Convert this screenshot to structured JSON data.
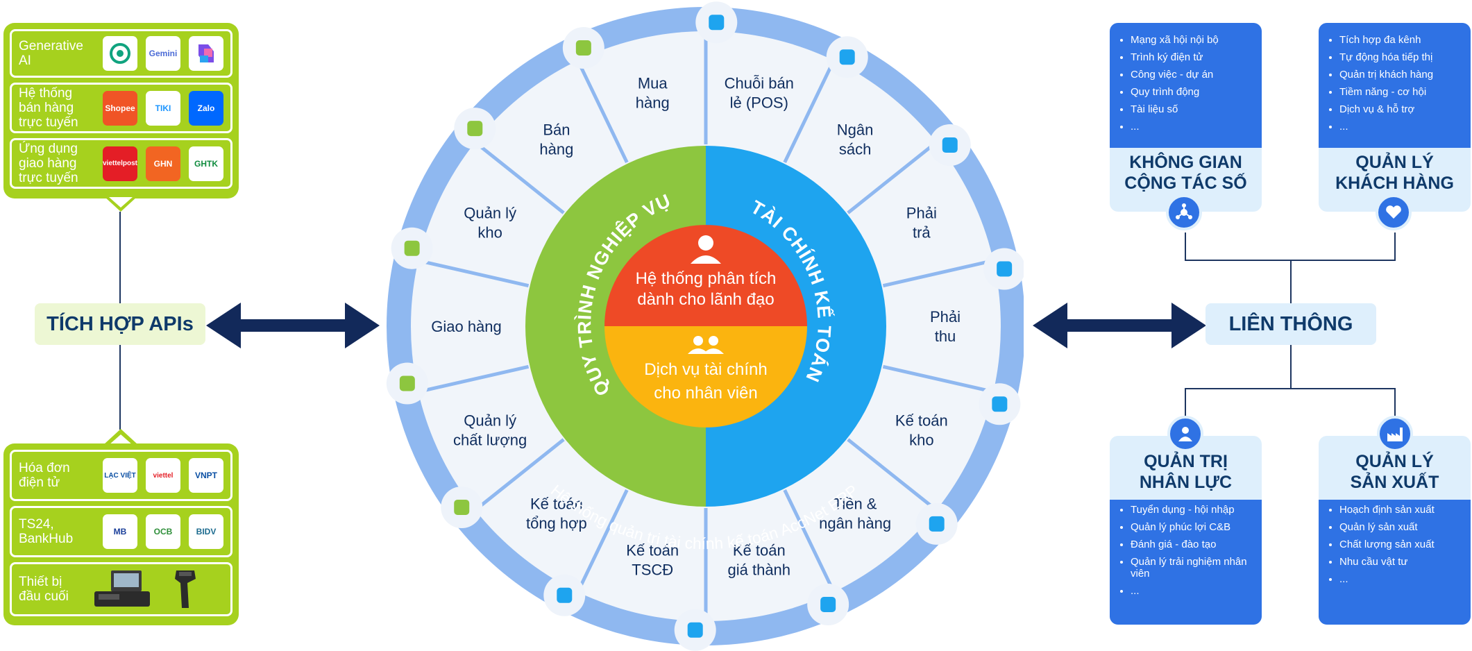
{
  "left_panel_top": {
    "rows": [
      {
        "label": "Generative\nAI",
        "logos": [
          {
            "name": "chatgpt-logo",
            "text": "",
            "bg": "#ffffff",
            "color": "#10a37f"
          },
          {
            "name": "gemini-logo",
            "text": "Gemini",
            "bg": "#ffffff",
            "color": "#4b6bd6"
          },
          {
            "name": "copilot-logo",
            "text": "",
            "bg": "#ffffff",
            "color": "#7b4ee8"
          }
        ]
      },
      {
        "label": "Hệ thống\nbán hàng\ntrực tuyến",
        "logos": [
          {
            "name": "shopee-logo",
            "text": "Shopee",
            "bg": "#f05426",
            "color": "#ffffff"
          },
          {
            "name": "tiki-logo",
            "text": "TIKI",
            "bg": "#ffffff",
            "color": "#1a94ff"
          },
          {
            "name": "zalo-logo",
            "text": "Zalo",
            "bg": "#0068ff",
            "color": "#ffffff"
          }
        ]
      },
      {
        "label": "Ứng dụng\ngiao hàng\ntrực tuyến",
        "logos": [
          {
            "name": "viettelpost-logo",
            "text": "viettelpost",
            "bg": "#e41e26",
            "color": "#ffffff"
          },
          {
            "name": "ghn-logo",
            "text": "GHN",
            "bg": "#f26522",
            "color": "#ffffff"
          },
          {
            "name": "ghtk-logo",
            "text": "GHTK",
            "bg": "#ffffff",
            "color": "#0f8b3e"
          }
        ]
      }
    ]
  },
  "left_panel_bottom": {
    "rows": [
      {
        "label": "Hóa đơn\nđiện tử",
        "logos": [
          {
            "name": "lacviet-logo",
            "text": "LẠC VIỆT",
            "bg": "#ffffff",
            "color": "#0a4fa3"
          },
          {
            "name": "viettel-logo",
            "text": "viettel",
            "bg": "#ffffff",
            "color": "#e41e26"
          },
          {
            "name": "vnpt-logo",
            "text": "VNPT",
            "bg": "#ffffff",
            "color": "#0a4fa3"
          }
        ]
      },
      {
        "label": "TS24,\nBankHub",
        "logos": [
          {
            "name": "mb-logo",
            "text": "MB",
            "bg": "#ffffff",
            "color": "#1b3f9a"
          },
          {
            "name": "ocb-logo",
            "text": "OCB",
            "bg": "#ffffff",
            "color": "#2f8f3a"
          },
          {
            "name": "bidv-logo",
            "text": "BIDV",
            "bg": "#ffffff",
            "color": "#1c6b8f"
          }
        ]
      },
      {
        "label": "Thiết bị\nđầu cuối",
        "logos": [
          {
            "name": "pos-terminal-image",
            "text": "",
            "bg": "transparent",
            "color": "#222222"
          },
          {
            "name": "barcode-scanner-image",
            "text": "",
            "bg": "transparent",
            "color": "#222222"
          }
        ]
      }
    ]
  },
  "api_label": "TÍCH HỢP APIs",
  "lien_thong_label": "LIÊN THÔNG",
  "wheel": {
    "outer_caption": "Hệ thống quản trị tài chính kế toán AccNet ERP",
    "left_ring_label": "QUY TRÌNH NGHIỆP VỤ",
    "right_ring_label": "TÀI CHÍNH KẾ TOÁN",
    "center_top": "Hệ thống phân tích\ndành cho lãnh đạo",
    "center_bottom": "Dịch vụ tài chính\ncho nhân viên",
    "segments": [
      {
        "label": "Chuỗi bán\nlẻ (POS)",
        "icon": "pos-icon"
      },
      {
        "label": "Ngân\nsách",
        "icon": "budget-icon"
      },
      {
        "label": "Phải\ntrả",
        "icon": "payable-icon"
      },
      {
        "label": "Phải\nthu",
        "icon": "receivable-icon"
      },
      {
        "label": "Kế toán\nkho",
        "icon": "warehouse-accounting-icon"
      },
      {
        "label": "Tiền &\nngân hàng",
        "icon": "cash-bank-icon"
      },
      {
        "label": "Kế toán\ngiá thành",
        "icon": "cost-accounting-icon"
      },
      {
        "label": "Kế toán\nTSCĐ",
        "icon": "fixed-asset-icon"
      },
      {
        "label": "Kế toán\ntổng hợp",
        "icon": "general-accounting-icon"
      },
      {
        "label": "Quản lý\nchất lượng",
        "icon": "quality-icon"
      },
      {
        "label": "Giao hàng",
        "icon": "delivery-icon"
      },
      {
        "label": "Quản lý\nkho",
        "icon": "warehouse-icon"
      },
      {
        "label": "Bán\nhàng",
        "icon": "sales-cart-icon"
      },
      {
        "label": "Mua\nhàng",
        "icon": "purchase-cart-icon"
      }
    ]
  },
  "cards": {
    "workspace": {
      "title": "KHÔNG GIAN\nCỘNG TÁC SỐ",
      "items": [
        "Mạng xã hội nội bộ",
        "Trình ký điện tử",
        "Công việc - dự án",
        "Quy trình động",
        "Tài liệu số",
        "..."
      ]
    },
    "customers": {
      "title": "QUẢN LÝ\nKHÁCH HÀNG",
      "items": [
        "Tích hợp đa kênh",
        "Tự động hóa tiếp thị",
        "Quản trị khách hàng",
        "Tiềm năng - cơ hội",
        "Dịch vụ & hỗ trợ",
        "..."
      ]
    },
    "hr": {
      "title": "QUẢN TRỊ\nNHÂN LỰC",
      "items": [
        "Tuyển dụng - hội nhập",
        "Quản lý phúc lợi C&B",
        "Đánh giá - đào tạo",
        "Quản lý trải nghiệm nhân viên",
        "..."
      ]
    },
    "production": {
      "title": "QUẢN LÝ\nSẢN XUẤT",
      "items": [
        "Hoạch định sản xuất",
        "Quản lý sản xuất",
        "Chất lượng sản xuất",
        "Nhu cầu vật tư",
        "..."
      ]
    }
  },
  "colors": {
    "green": "#a6d11e",
    "navy": "#1d3560",
    "blue": "#2f72e4",
    "wheel_outer": "#8fb8f0",
    "red": "#ee4a26",
    "yellow": "#fbb40f",
    "ring_green": "#8dc63f",
    "ring_blue": "#1ea4ef"
  }
}
